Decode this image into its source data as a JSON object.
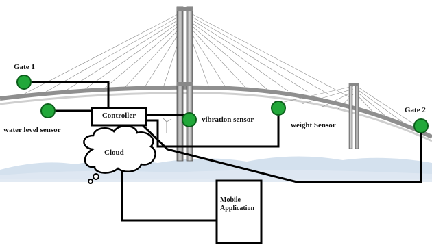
{
  "labels": {
    "gate1": "Gate 1",
    "gate2": "Gate 2",
    "controller": "Controller",
    "water_level_sensor": "water level sensor",
    "vibration_sensor": "vibration sensor",
    "weight_sensor": "weight Sensor",
    "cloud": "Cloud",
    "mobile_application_line1": "Mobile",
    "mobile_application_line2": "Application"
  },
  "colors": {
    "sensor_fill": "#22a83a",
    "sensor_ring": "#0c5e1b",
    "wire": "#000000",
    "bridge_structure": "#9a9a9a",
    "water": "#c9d9ea"
  }
}
